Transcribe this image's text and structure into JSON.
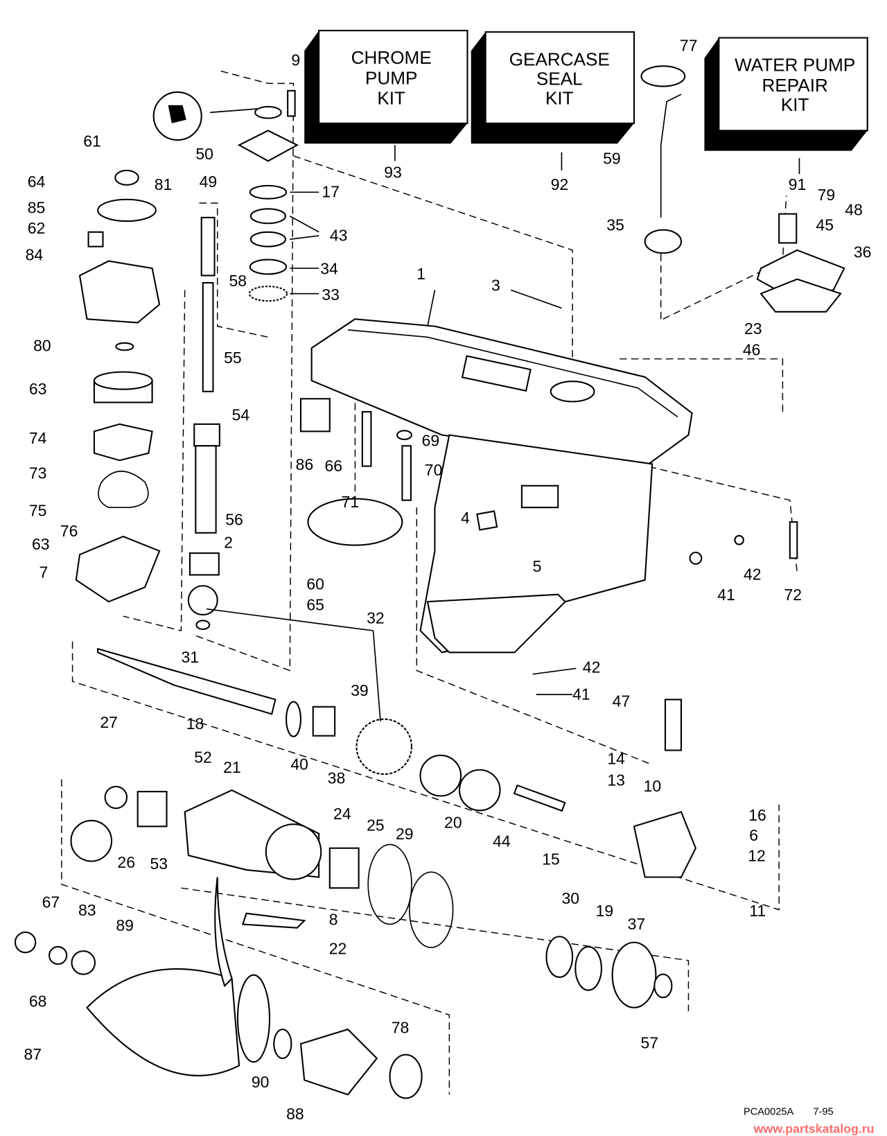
{
  "kits": [
    {
      "lines": [
        "CHROME",
        "PUMP",
        "KIT"
      ],
      "number": "93"
    },
    {
      "lines": [
        "GEARCASE",
        "SEAL",
        "KIT"
      ],
      "number": "92"
    },
    {
      "lines": [
        "WATER PUMP",
        "REPAIR",
        "KIT"
      ],
      "number": "91"
    }
  ],
  "callouts": [
    "9",
    "50",
    "49",
    "17",
    "43",
    "34",
    "33",
    "58",
    "61",
    "64",
    "85",
    "81",
    "62",
    "84",
    "80",
    "63",
    "74",
    "73",
    "75",
    "76",
    "63",
    "7",
    "55",
    "54",
    "56",
    "2",
    "32",
    "31",
    "18",
    "39",
    "40",
    "38",
    "27",
    "52",
    "21",
    "26",
    "53",
    "24",
    "25",
    "29",
    "20",
    "44",
    "14",
    "13",
    "15",
    "10",
    "16",
    "6",
    "12",
    "11",
    "47",
    "42",
    "41",
    "30",
    "19",
    "37",
    "57",
    "8",
    "22",
    "67",
    "83",
    "89",
    "68",
    "87",
    "90",
    "88",
    "78",
    "77",
    "59",
    "35",
    "79",
    "48",
    "45",
    "36",
    "23",
    "46",
    "1",
    "3",
    "86",
    "66",
    "69",
    "70",
    "71",
    "4",
    "5",
    "60",
    "65",
    "41",
    "42",
    "72"
  ],
  "footer": {
    "code": "PCA0025A",
    "date": "7-95"
  },
  "watermark": "www.partskatalog.ru"
}
